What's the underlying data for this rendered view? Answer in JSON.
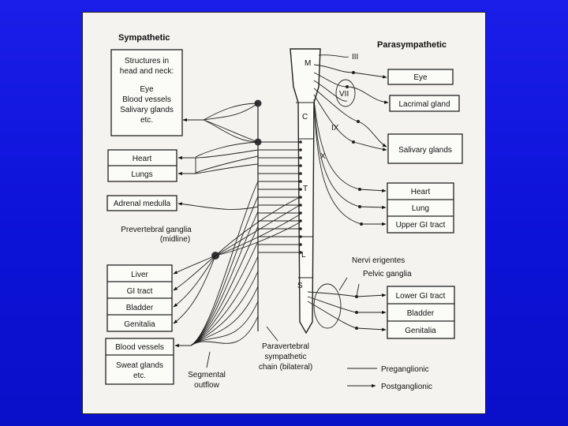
{
  "sympathetic": {
    "title": "Sympathetic",
    "boxes": {
      "head_neck": [
        "Structures in",
        "head and neck:",
        "Eye",
        "Blood vessels",
        "Salivary glands",
        "etc."
      ],
      "heart": "Heart",
      "lungs": "Lungs",
      "adrenal": "Adrenal medulla",
      "liver": "Liver",
      "gi_tract": "GI tract",
      "bladder": "Bladder",
      "genitalia": "Genitalia",
      "blood_vessels": "Blood vessels",
      "sweat_glands": [
        "Sweat glands",
        "etc."
      ]
    },
    "prevertebral_label": [
      "Prevertebral ganglia",
      "(midline)"
    ],
    "paravertebral_label": [
      "Paravertebral",
      "sympathetic",
      "chain (bilateral)"
    ],
    "segmental_label": [
      "Segmental",
      "outflow"
    ]
  },
  "cord": {
    "regions": [
      "M",
      "C",
      "T",
      "L",
      "S"
    ],
    "cranial_nerves": [
      "III",
      "VII",
      "IX",
      "X"
    ]
  },
  "parasympathetic": {
    "title": "Parasympathetic",
    "boxes": {
      "eye": "Eye",
      "lacrimal": "Lacrimal gland",
      "salivary": "Salivary glands",
      "heart": "Heart",
      "lung": "Lung",
      "upper_gi": "Upper GI tract",
      "lower_gi": "Lower GI tract",
      "bladder": "Bladder",
      "genitalia": "Genitalia"
    },
    "nervi_erigentes": "Nervi erigentes",
    "pelvic_ganglia": "Pelvic ganglia"
  },
  "legend": {
    "preganglionic": "Preganglionic",
    "postganglionic": "Postganglionic"
  }
}
